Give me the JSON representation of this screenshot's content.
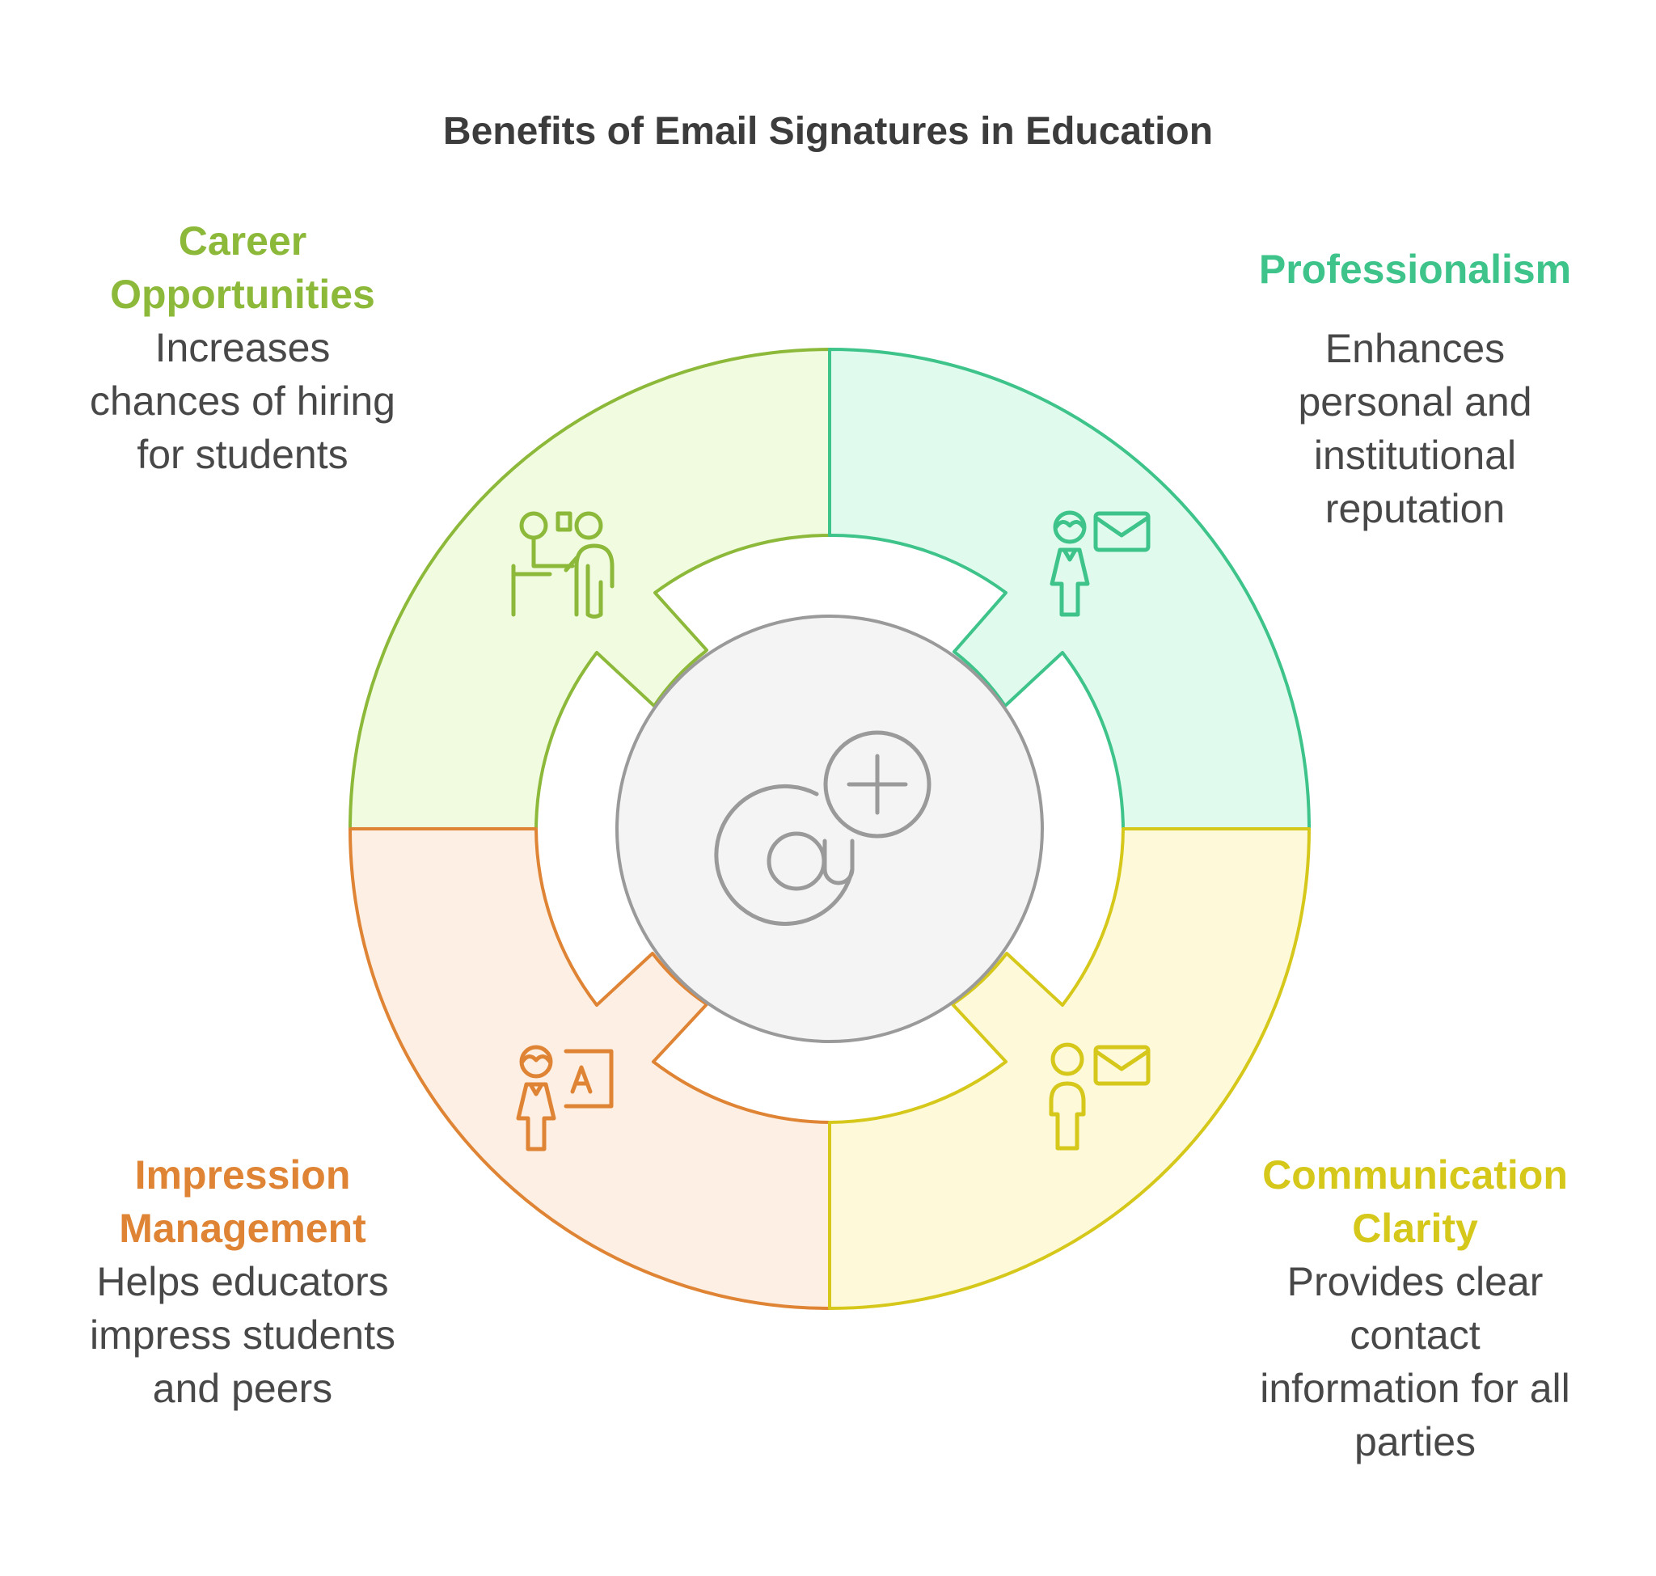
{
  "title": "Benefits of Email Signatures in Education",
  "segments": [
    {
      "id": "career",
      "heading_lines": [
        "Career",
        "Opportunities"
      ],
      "description_lines": [
        "Increases",
        "chances of hiring",
        "for students"
      ],
      "icon": "teacher-student-icon",
      "stroke": "#8db93a",
      "fill": "#f1fbdf"
    },
    {
      "id": "professionalism",
      "heading_lines": [
        "Professionalism"
      ],
      "description_lines": [
        "Enhances",
        "personal and",
        "institutional",
        "reputation"
      ],
      "icon": "person-mail-icon",
      "stroke": "#3ec48a",
      "fill": "#e0fbee"
    },
    {
      "id": "impression",
      "heading_lines": [
        "Impression",
        "Management"
      ],
      "description_lines": [
        "Helps educators",
        "impress students",
        "and peers"
      ],
      "icon": "teacher-board-icon",
      "stroke": "#df8434",
      "fill": "#fdefe3"
    },
    {
      "id": "communication",
      "heading_lines": [
        "Communication",
        "Clarity"
      ],
      "description_lines": [
        "Provides clear",
        "contact",
        "information for all",
        "parties"
      ],
      "icon": "user-mail-icon",
      "stroke": "#d6c81a",
      "fill": "#fdf9d9"
    }
  ],
  "center": {
    "icon": "at-plus-icon",
    "stroke": "#9a9a9a",
    "fill": "#f4f4f4"
  }
}
